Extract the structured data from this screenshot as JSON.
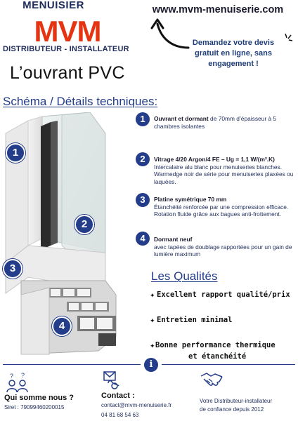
{
  "header": {
    "brand_top": "MENUISIER",
    "logo_text": "MVM",
    "brand_sub": "DISTRIBUTEUR - INSTALLATEUR",
    "website": "www.mvm-menuiserie.com",
    "quote": "Demandez votre devis gratuit en ligne, sans engagement !"
  },
  "product_title": "L’ouvrant PVC",
  "section_title": "Schéma / Détails techniques:",
  "illustration_badges": [
    "1",
    "2",
    "3",
    "4"
  ],
  "features": [
    {
      "number": "1",
      "title": "Ouvrant et dormant",
      "title_suffix": " de 70mm d’épaisseur à 5 chambres isolantes",
      "description": ""
    },
    {
      "number": "2",
      "title": "Vitrage 4/20 Argon/4 FE – Ug = 1,1 W/(m².K)",
      "title_suffix": "",
      "description": "Intercalaire alu blanc pour menuiseries blanches. Warmedge noir de série pour menuiseries plaxées ou laquées."
    },
    {
      "number": "3",
      "title": "Platine symétrique 70 mm",
      "title_suffix": "",
      "description": "Étanchéité renforcée par une compression efficace. Rotation fluide grâce aux bagues anti-frottement."
    },
    {
      "number": "4",
      "title": "Dormant neuf",
      "title_suffix": "",
      "description": "avec tapées de doublage rapportées pour un gain de lumière maximum"
    }
  ],
  "qualities_title": "Les Qualités",
  "qualities": [
    "Excellent rapport qualité/prix",
    "Entretien minimal",
    "Bonne performance thermique",
    "et étanchéité"
  ],
  "qualities_bullet": "✦",
  "info_badge": "i",
  "footer": {
    "about_title": "Qui somme nous ?",
    "siret": "Siret : 79099460200015",
    "contact_title": "Contact :",
    "email": "contact@mvm-menuiserie.fr",
    "phone": "04 81 68 54 63",
    "tagline_1": "Votre Distributeur-installateur",
    "tagline_2": "de confiance depuis 2012"
  },
  "colors": {
    "navy": "#243d8a",
    "red": "#e63312",
    "dark": "#1f2d5c"
  }
}
